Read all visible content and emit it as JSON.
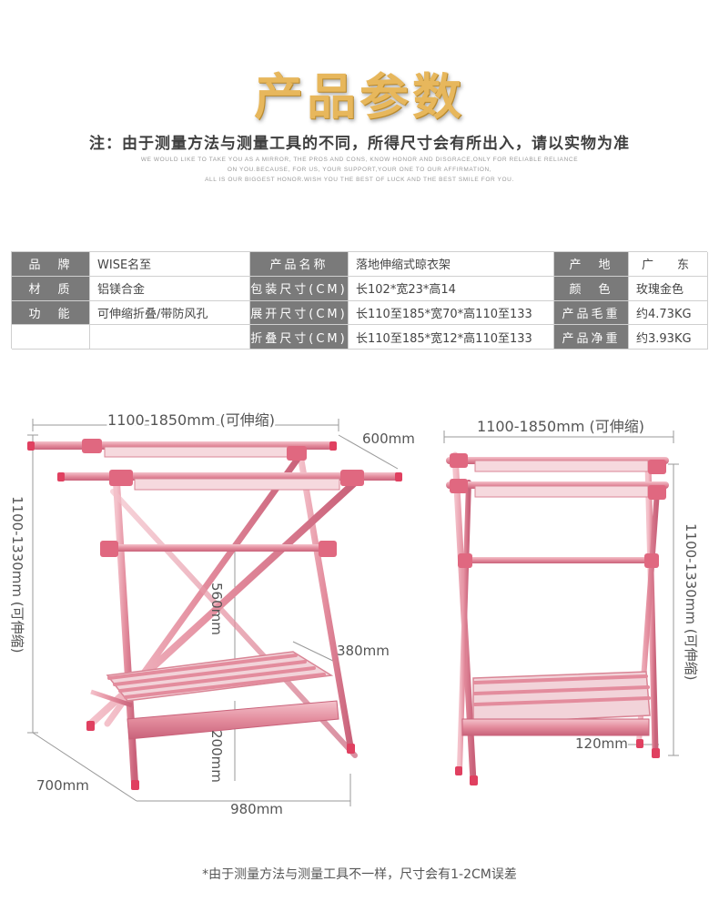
{
  "header": {
    "title": "产品参数",
    "note": "注：由于测量方法与测量工具的不同，所得尺寸会有所出入，请以实物为准",
    "tagline": [
      "WE WOULD LIKE TO TAKE YOU AS A MIRROR, THE PROS AND CONS, KNOW HONOR AND DISGRACE,ONLY FOR RELIABLE RELIANCE",
      "ON YOU.BECAUSE, FOR US, YOUR SUPPORT,YOUR ONE TO OUR AFFIRMATION,",
      "ALL IS OUR BIGGEST HONOR.WISH YOU THE BEST OF LUCK AND THE BEST SMILE FOR YOU."
    ]
  },
  "spec_table": {
    "rows": [
      [
        "品　牌",
        "WISE名至",
        "产品名称",
        "落地伸缩式晾衣架",
        "产　地",
        "广　　东"
      ],
      [
        "材　质",
        "铝镁合金",
        "包装尺寸(CM)",
        "长102*宽23*高14",
        "颜　色",
        "玫瑰金色"
      ],
      [
        "功　能",
        "可伸缩折叠/带防风孔",
        "展开尺寸(CM)",
        "长110至185*宽70*高110至133",
        "产品毛重",
        "约4.73KG"
      ],
      [
        "",
        "",
        "折叠尺寸(CM)",
        "长110至185*宽12*高110至133",
        "产品净重",
        "约3.93KG"
      ]
    ]
  },
  "diagram_left": {
    "width_label": "1100-1850mm (可伸缩)",
    "depth_label": "600mm",
    "height_label": "1100-1330mm (可伸缩)",
    "mid_label": "560mm",
    "shelf_label": "380mm",
    "bottom_label": "200mm",
    "base_depth_label": "700mm",
    "base_width_label": "980mm"
  },
  "diagram_right": {
    "width_label": "1100-1850mm (可伸缩)",
    "height_label": "1100-1330mm (可伸缩)",
    "folded_label": "120mm"
  },
  "footer": {
    "note": "*由于测量方法与测量工具不一样，尺寸会有1-2CM误差"
  },
  "colors": {
    "title_gold": "#e7b75c",
    "rose_gold": "#e79aa6",
    "rose_dark": "#d9687f",
    "cap_red": "#e04060",
    "header_cell": "#7a7a7a"
  }
}
